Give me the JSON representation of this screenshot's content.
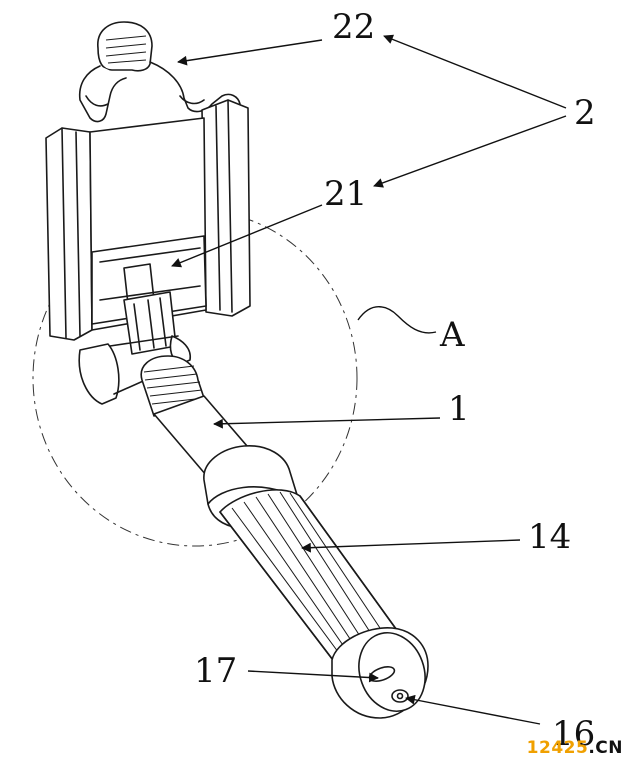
{
  "labels": {
    "l22": "22",
    "l2": "2",
    "l21": "21",
    "lA": "A",
    "l1": "1",
    "l14": "14",
    "l17": "17",
    "l16": "16"
  },
  "watermark": {
    "number": "12425",
    "domain": ".CN"
  }
}
